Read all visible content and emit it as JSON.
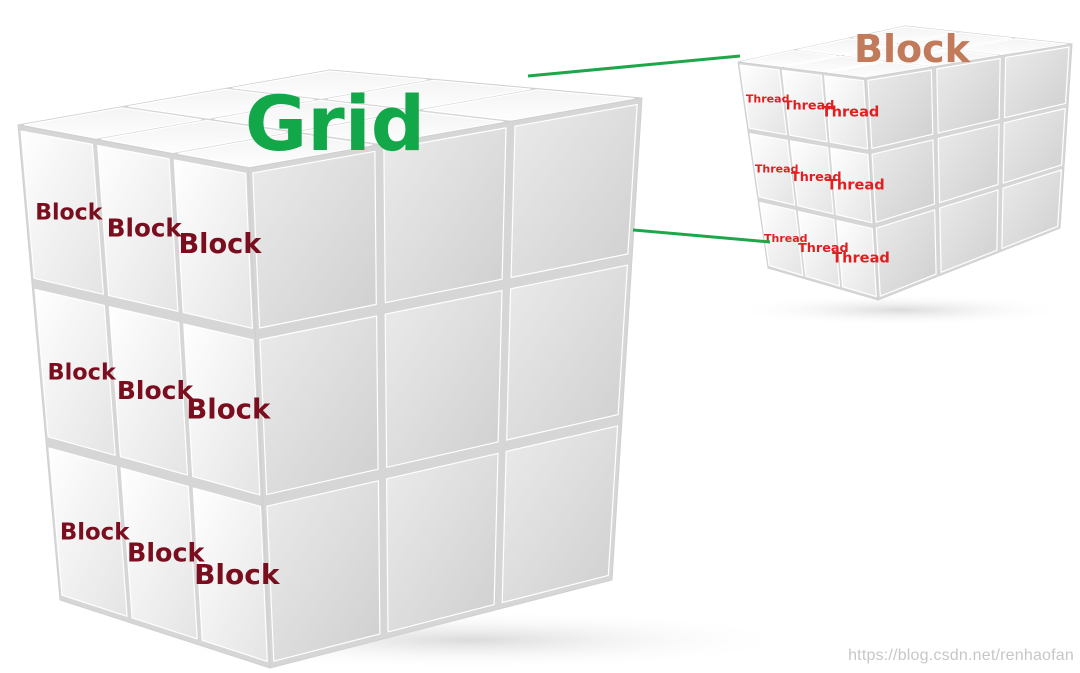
{
  "grid_cube": {
    "title": "Grid",
    "block_label": "Block"
  },
  "block_cube": {
    "title": "Block",
    "thread_label": "Thread"
  },
  "watermark": "https://blog.csdn.net/renhaofan",
  "colors": {
    "grid_title": "#12a84a",
    "block_text": "#7a0e1f",
    "block_title": "#c17a5a",
    "thread_text": "#e02020",
    "connector": "#1ea64a"
  }
}
